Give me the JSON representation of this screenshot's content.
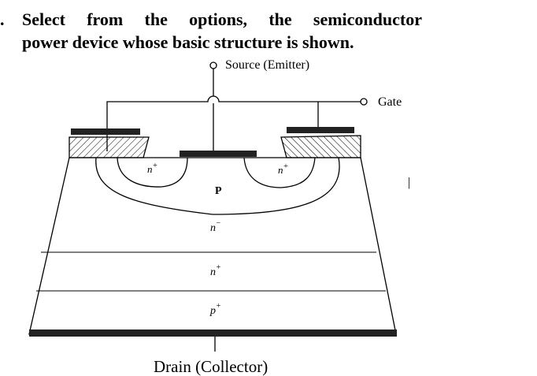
{
  "question": {
    "number": ".",
    "line1": "Select  from  the  options,  the  semiconductor",
    "line2": "power device whose basic structure is shown."
  },
  "diagram": {
    "terminals": {
      "source": "Source (Emitter)",
      "gate": "Gate",
      "drain": "Drain (Collector)"
    },
    "regions": {
      "n_plus_left": "n",
      "n_plus_left_sup": "+",
      "n_plus_right": "n",
      "n_plus_right_sup": "+",
      "p_body": "P",
      "n_minus": "n",
      "n_minus_sup": "−",
      "n_plus_buffer": "n",
      "n_plus_buffer_sup": "+",
      "p_plus_substrate": "p",
      "p_plus_substrate_sup": "+"
    },
    "stray_mark": "|"
  }
}
